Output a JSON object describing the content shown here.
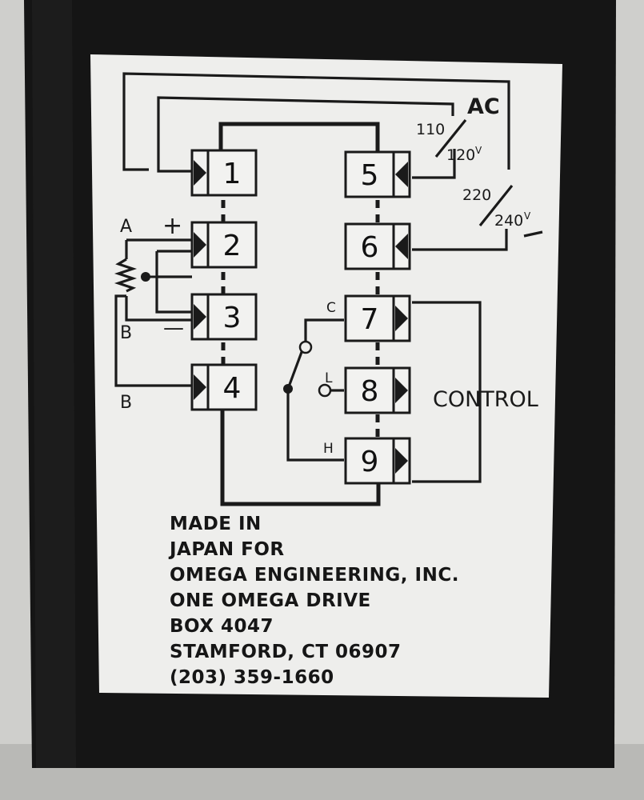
{
  "terminals": [
    "1",
    "2",
    "3",
    "4",
    "5",
    "6",
    "7",
    "8",
    "9"
  ],
  "supply": {
    "ac_label": "AC",
    "v110": "110",
    "v120": "120",
    "v220": "220",
    "v240": "240",
    "volt_unit": "V"
  },
  "sensor": {
    "label_a": "A",
    "label_b_top": "B",
    "label_b_bottom": "B",
    "plus": "+",
    "minus": "—"
  },
  "relay": {
    "label_c": "C",
    "label_l": "L",
    "label_h": "H",
    "control_label": "CONTROL"
  },
  "address": [
    "MADE IN",
    "JAPAN FOR",
    "OMEGA ENGINEERING, INC.",
    "ONE OMEGA DRIVE",
    "BOX 4047",
    "STAMFORD, CT 06907",
    "(203) 359-1660"
  ]
}
